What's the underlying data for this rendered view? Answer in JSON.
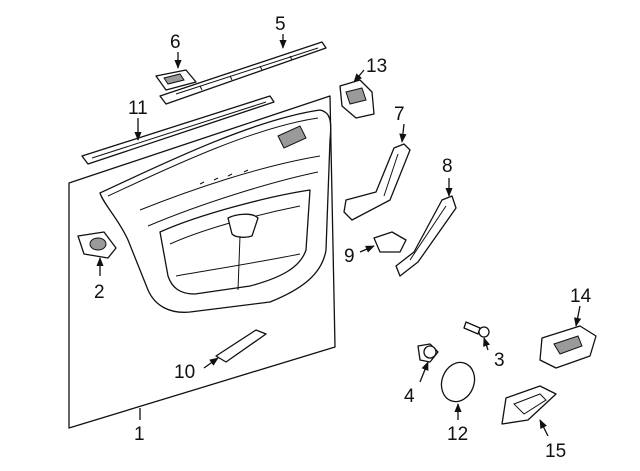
{
  "diagram": {
    "callouts": {
      "p1": "1",
      "p2": "2",
      "p3": "3",
      "p4": "4",
      "p5": "5",
      "p6": "6",
      "p7": "7",
      "p8": "8",
      "p9": "9",
      "p10": "10",
      "p11": "11",
      "p12": "12",
      "p13": "13",
      "p14": "14",
      "p15": "15"
    },
    "arrowhead_icon": "filled-triangle-arrowhead"
  }
}
